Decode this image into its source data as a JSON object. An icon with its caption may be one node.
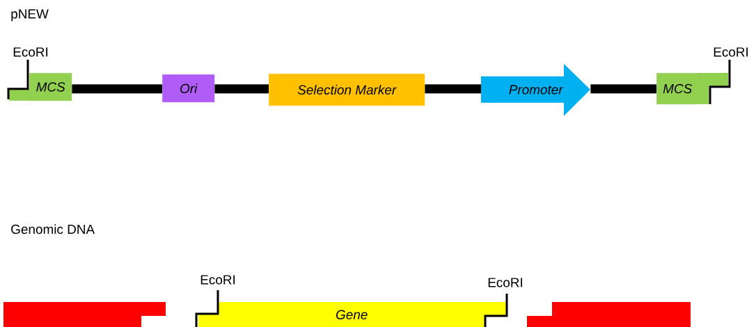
{
  "diagram": {
    "nodes": [
      {
        "text": [
          "MCS"
        ],
        "beside": [
          "EcoRI"
        ]
      },
      {
        "text": [
          "Ori"
        ]
      },
      {
        "text": [
          "Selection Marker"
        ]
      },
      {
        "text": [
          "Promoter"
        ]
      },
      {
        "text": [
          "MCS"
        ],
        "beside": [
          "EcoRI"
        ]
      },
      {
        "text": [],
        "shape": "bar"
      },
      {
        "text": [
          "Gene"
        ],
        "beside": [
          "EcoRI",
          "EcoRI"
        ]
      },
      {
        "text": [],
        "shape": "bar"
      }
    ],
    "edges": [
      {
        "from": 0,
        "to": 1,
        "arrow": "none"
      },
      {
        "from": 1,
        "to": 2,
        "arrow": "none"
      },
      {
        "from": 2,
        "to": 3,
        "arrow": "none"
      },
      {
        "from": 3,
        "to": 4,
        "arrow": "none"
      }
    ],
    "labels": [
      "pNEW",
      "Genomic DNA"
    ]
  }
}
